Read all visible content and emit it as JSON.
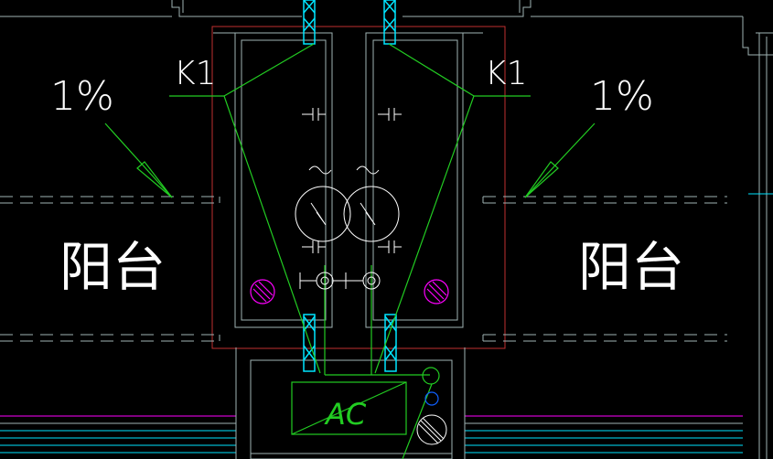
{
  "labels": {
    "k1_left": "K1",
    "k1_right": "K1",
    "slope_left": "1%",
    "slope_right": "1%",
    "balcony_left": "阳台",
    "balcony_right": "阳台",
    "ac_unit": "AC"
  },
  "colors": {
    "background": "#000000",
    "wall": "#9fb3b3",
    "green": "#22cc22",
    "cyan": "#00e5ff",
    "red": "#c03030",
    "magenta": "#ff00ff",
    "white": "#ffffff",
    "blue": "#1060ff"
  }
}
